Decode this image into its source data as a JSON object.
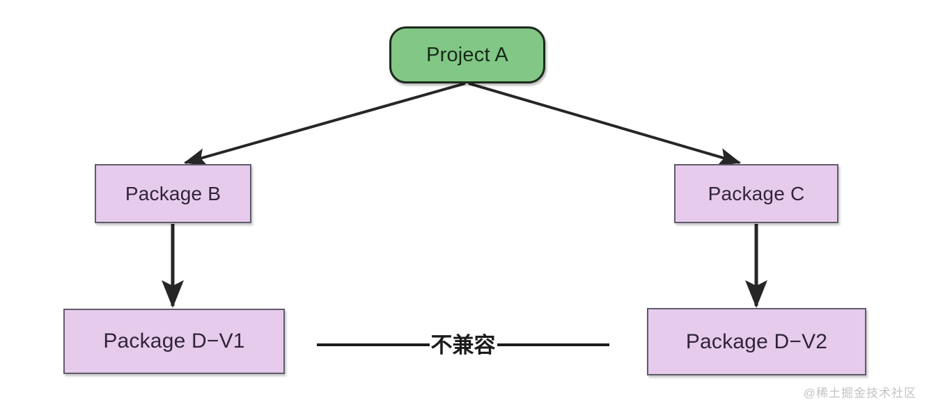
{
  "diagram": {
    "title_text": "Project A",
    "nodes": [
      {
        "id": "root",
        "label": "Project A",
        "shape": "rounded-rect",
        "fill": "#82c785",
        "stroke": "#1d2a1d"
      },
      {
        "id": "b",
        "label": "Package B",
        "shape": "rect",
        "fill": "#e6cbec",
        "stroke": "#605a6b"
      },
      {
        "id": "c",
        "label": "Package C",
        "shape": "rect",
        "fill": "#e6cbec",
        "stroke": "#605a6b"
      },
      {
        "id": "d1",
        "label": "Package D−V1",
        "shape": "rect",
        "fill": "#e6cbec",
        "stroke": "#605a6b"
      },
      {
        "id": "d2",
        "label": "Package D−V2",
        "shape": "rect",
        "fill": "#e6cbec",
        "stroke": "#605a6b"
      }
    ],
    "edges": [
      {
        "from": "root",
        "to": "b",
        "type": "arrow"
      },
      {
        "from": "root",
        "to": "c",
        "type": "arrow"
      },
      {
        "from": "b",
        "to": "d1",
        "type": "arrow"
      },
      {
        "from": "c",
        "to": "d2",
        "type": "arrow"
      }
    ],
    "relation": {
      "label": "不兼容",
      "between": [
        "d1",
        "d2"
      ],
      "style": "plain-line"
    },
    "edge_color": "#262626",
    "background": "#ffffff"
  },
  "watermark": {
    "text": "@稀土掘金技术社区"
  }
}
